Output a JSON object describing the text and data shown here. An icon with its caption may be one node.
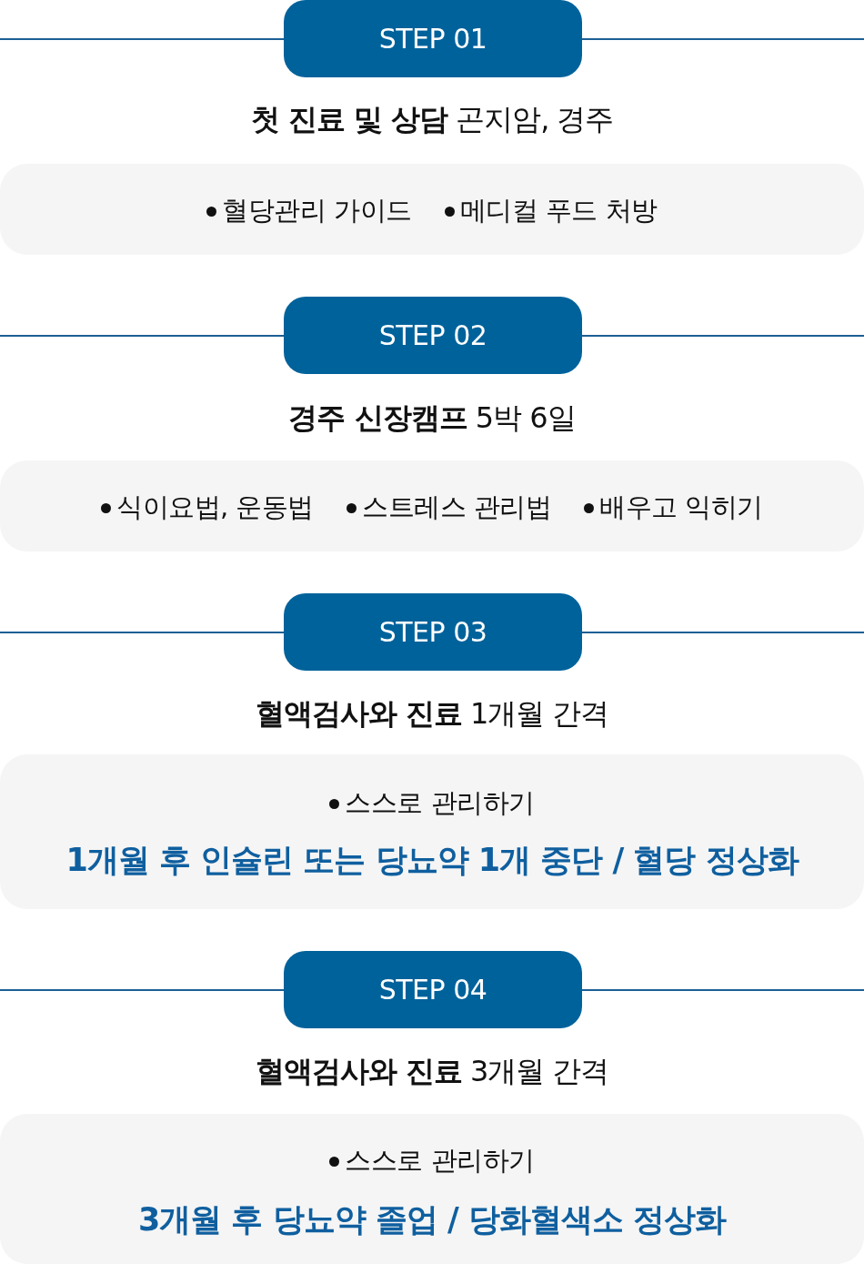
{
  "diagram": {
    "nodes": [
      {
        "text": [
          "STEP 01"
        ]
      },
      {
        "text": [
          "혈당관리 가이드",
          "메디컬 푸드 처방"
        ]
      },
      {
        "text": [
          "STEP 02"
        ]
      },
      {
        "text": [
          "식이요법, 운동법",
          "스트레스 관리법",
          "배우고 익히기"
        ]
      },
      {
        "text": [
          "STEP 03"
        ]
      },
      {
        "text": [
          "스스로 관리하기"
        ]
      },
      {
        "text": [
          "STEP 04"
        ]
      },
      {
        "text": [
          "스스로 관리하기"
        ]
      }
    ],
    "labels": [
      "**첫 진료 및 상담** 곤지암, 경주",
      "**경주 신장캠프** 5박 6일",
      "**혈액검사와 진료** 1개월 간격",
      "1개월 후 인슐린 또는 당뇨약 1개 중단 / 혈당 정상화",
      "**혈액검사와 진료** 3개월 간격",
      "3개월 후 당뇨약 졸업 / 당화혈색소 정상화"
    ]
  }
}
